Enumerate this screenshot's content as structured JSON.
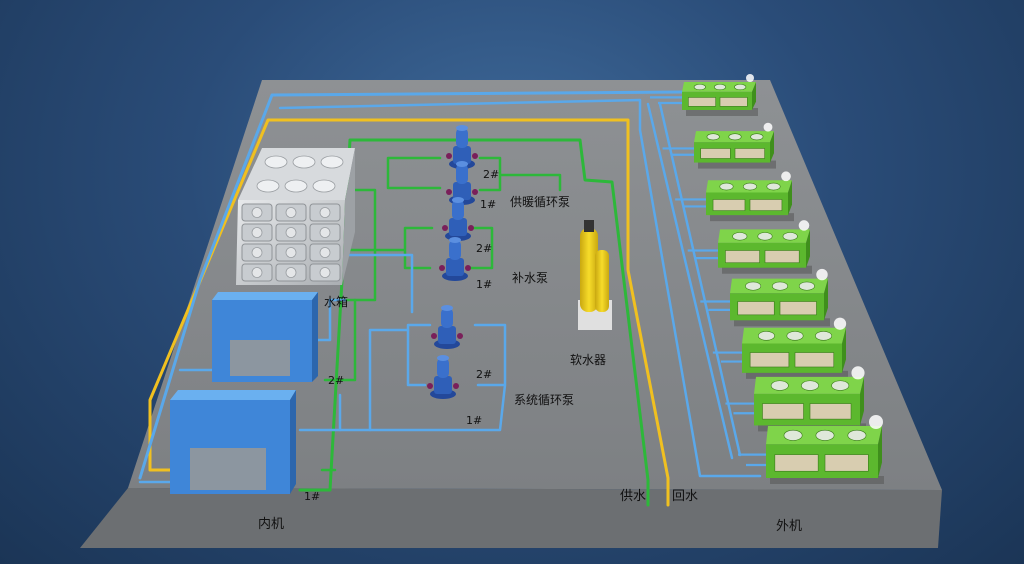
{
  "labels": {
    "water_tank": "水箱",
    "heating_pump": "供暖循环泵",
    "makeup_pump": "补水泵",
    "system_pump": "系统循环泵",
    "softener": "软水器",
    "supply": "供水",
    "return": "回水",
    "indoor_unit": "内机",
    "outdoor_unit": "外机",
    "n1": "1#",
    "n2": "2#"
  },
  "colors": {
    "background": "#2a4c78",
    "floor": "#8a8d90",
    "pipe_blue": "#5aa8ea",
    "pipe_green": "#2db83a",
    "pipe_yellow": "#f0c020",
    "pump": "#2f5fb8",
    "indoor_unit": "#3f86d8",
    "outdoor_unit": "#5cb82e",
    "softener": "#f5d21a"
  },
  "outdoor_units": {
    "count": 8
  }
}
